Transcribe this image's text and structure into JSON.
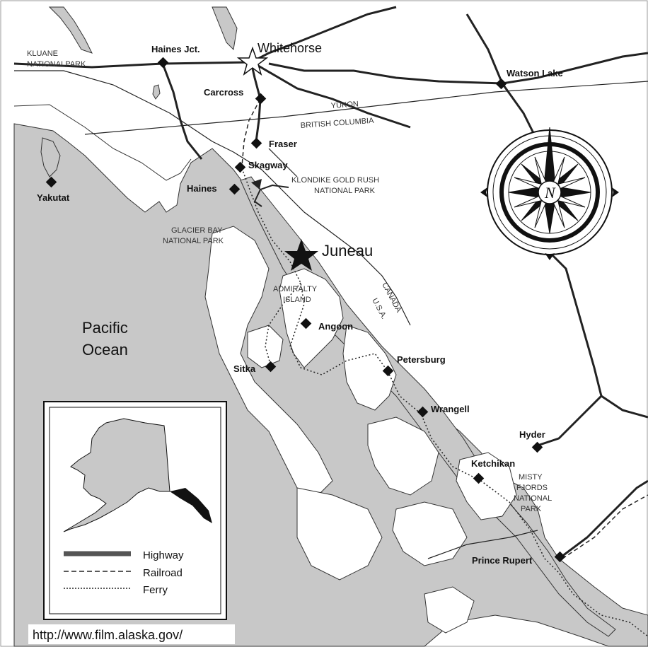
{
  "cities": {
    "whitehorse": "Whitehorse",
    "haines_jct": "Haines Jct.",
    "watson_lake": "Watson Lake",
    "carcross": "Carcross",
    "fraser": "Fraser",
    "skagway": "Skagway",
    "haines": "Haines",
    "yakutat": "Yakutat",
    "juneau": "Juneau",
    "angoon": "Angoon",
    "petersburg": "Petersburg",
    "sitka": "Sitka",
    "wrangell": "Wrangell",
    "hyder": "Hyder",
    "ketchikan": "Ketchikan",
    "prince_rupert": "Prince Rupert"
  },
  "regions": {
    "kluane_1": "KLUANE",
    "kluane_2": "NATIONALPARK",
    "yukon": "YUKON",
    "british_columbia": "BRITISH COLUMBIA",
    "klondike_1": "KLONDIKE GOLD RUSH",
    "klondike_2": "NATIONAL PARK",
    "glacier_1": "GLACIER BAY",
    "glacier_2": "NATIONAL PARK",
    "admiralty_1": "ADMIRALTY",
    "admiralty_2": "ISLAND",
    "canada": "CANADA",
    "usa": "U.S.A.",
    "misty_1": "MISTY",
    "misty_2": "FJORDS",
    "misty_3": "NATIONAL",
    "misty_4": "PARK",
    "ocean_1": "Pacific",
    "ocean_2": "Ocean"
  },
  "compass": {
    "letter": "N"
  },
  "legend": {
    "highway": "Highway",
    "railroad": "Railroad",
    "ferry": "Ferry"
  },
  "source_url": "http://www.film.alaska.gov/",
  "colors": {
    "water": "#c8c8c8",
    "land": "#ffffff",
    "lines": "#222222"
  }
}
